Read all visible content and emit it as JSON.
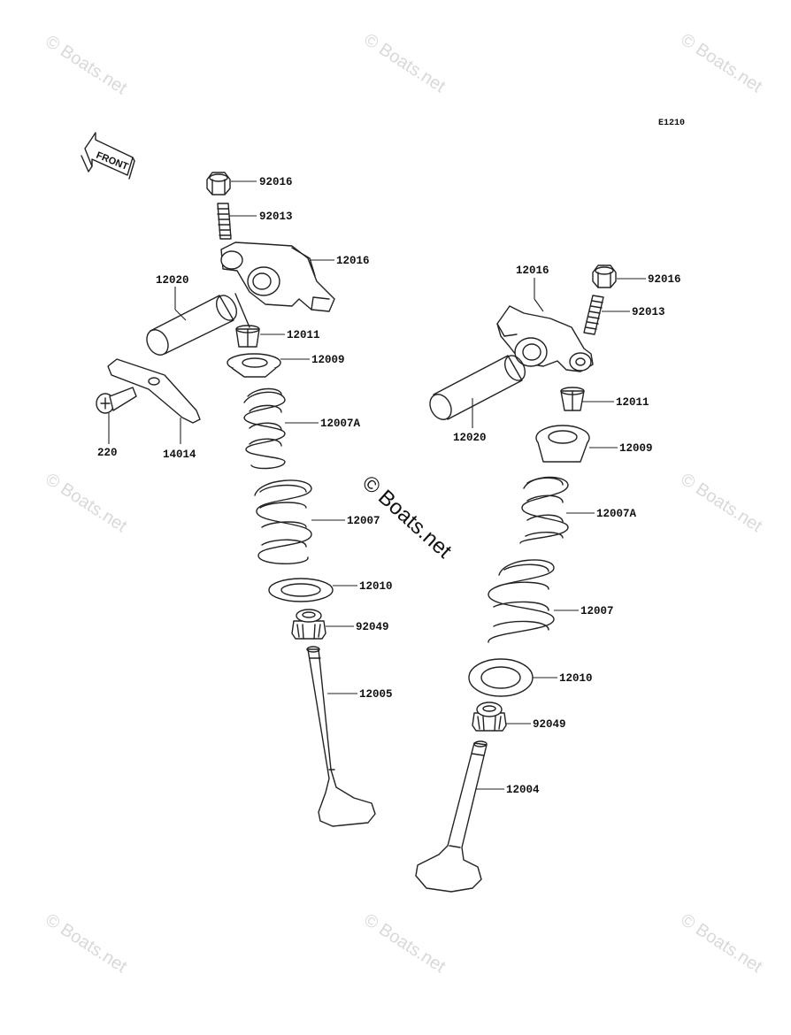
{
  "diagram_code": "E1210",
  "front_label": "FRONT",
  "watermark": "© Boats.net",
  "callouts": {
    "l_92016": "92016",
    "l_92013": "92013",
    "l_12016": "12016",
    "l_12020": "12020",
    "l_12011": "12011",
    "l_12009": "12009",
    "l_12007A": "12007A",
    "l_220": "220",
    "l_14014": "14014",
    "l_12007": "12007",
    "l_12010": "12010",
    "l_92049": "92049",
    "l_12005": "12005",
    "r_12016": "12016",
    "r_92016": "92016",
    "r_92013": "92013",
    "r_12011": "12011",
    "r_12020": "12020",
    "r_12009": "12009",
    "r_12007A": "12007A",
    "r_12007": "12007",
    "r_12010": "12010",
    "r_92049": "92049",
    "r_12004": "12004"
  }
}
